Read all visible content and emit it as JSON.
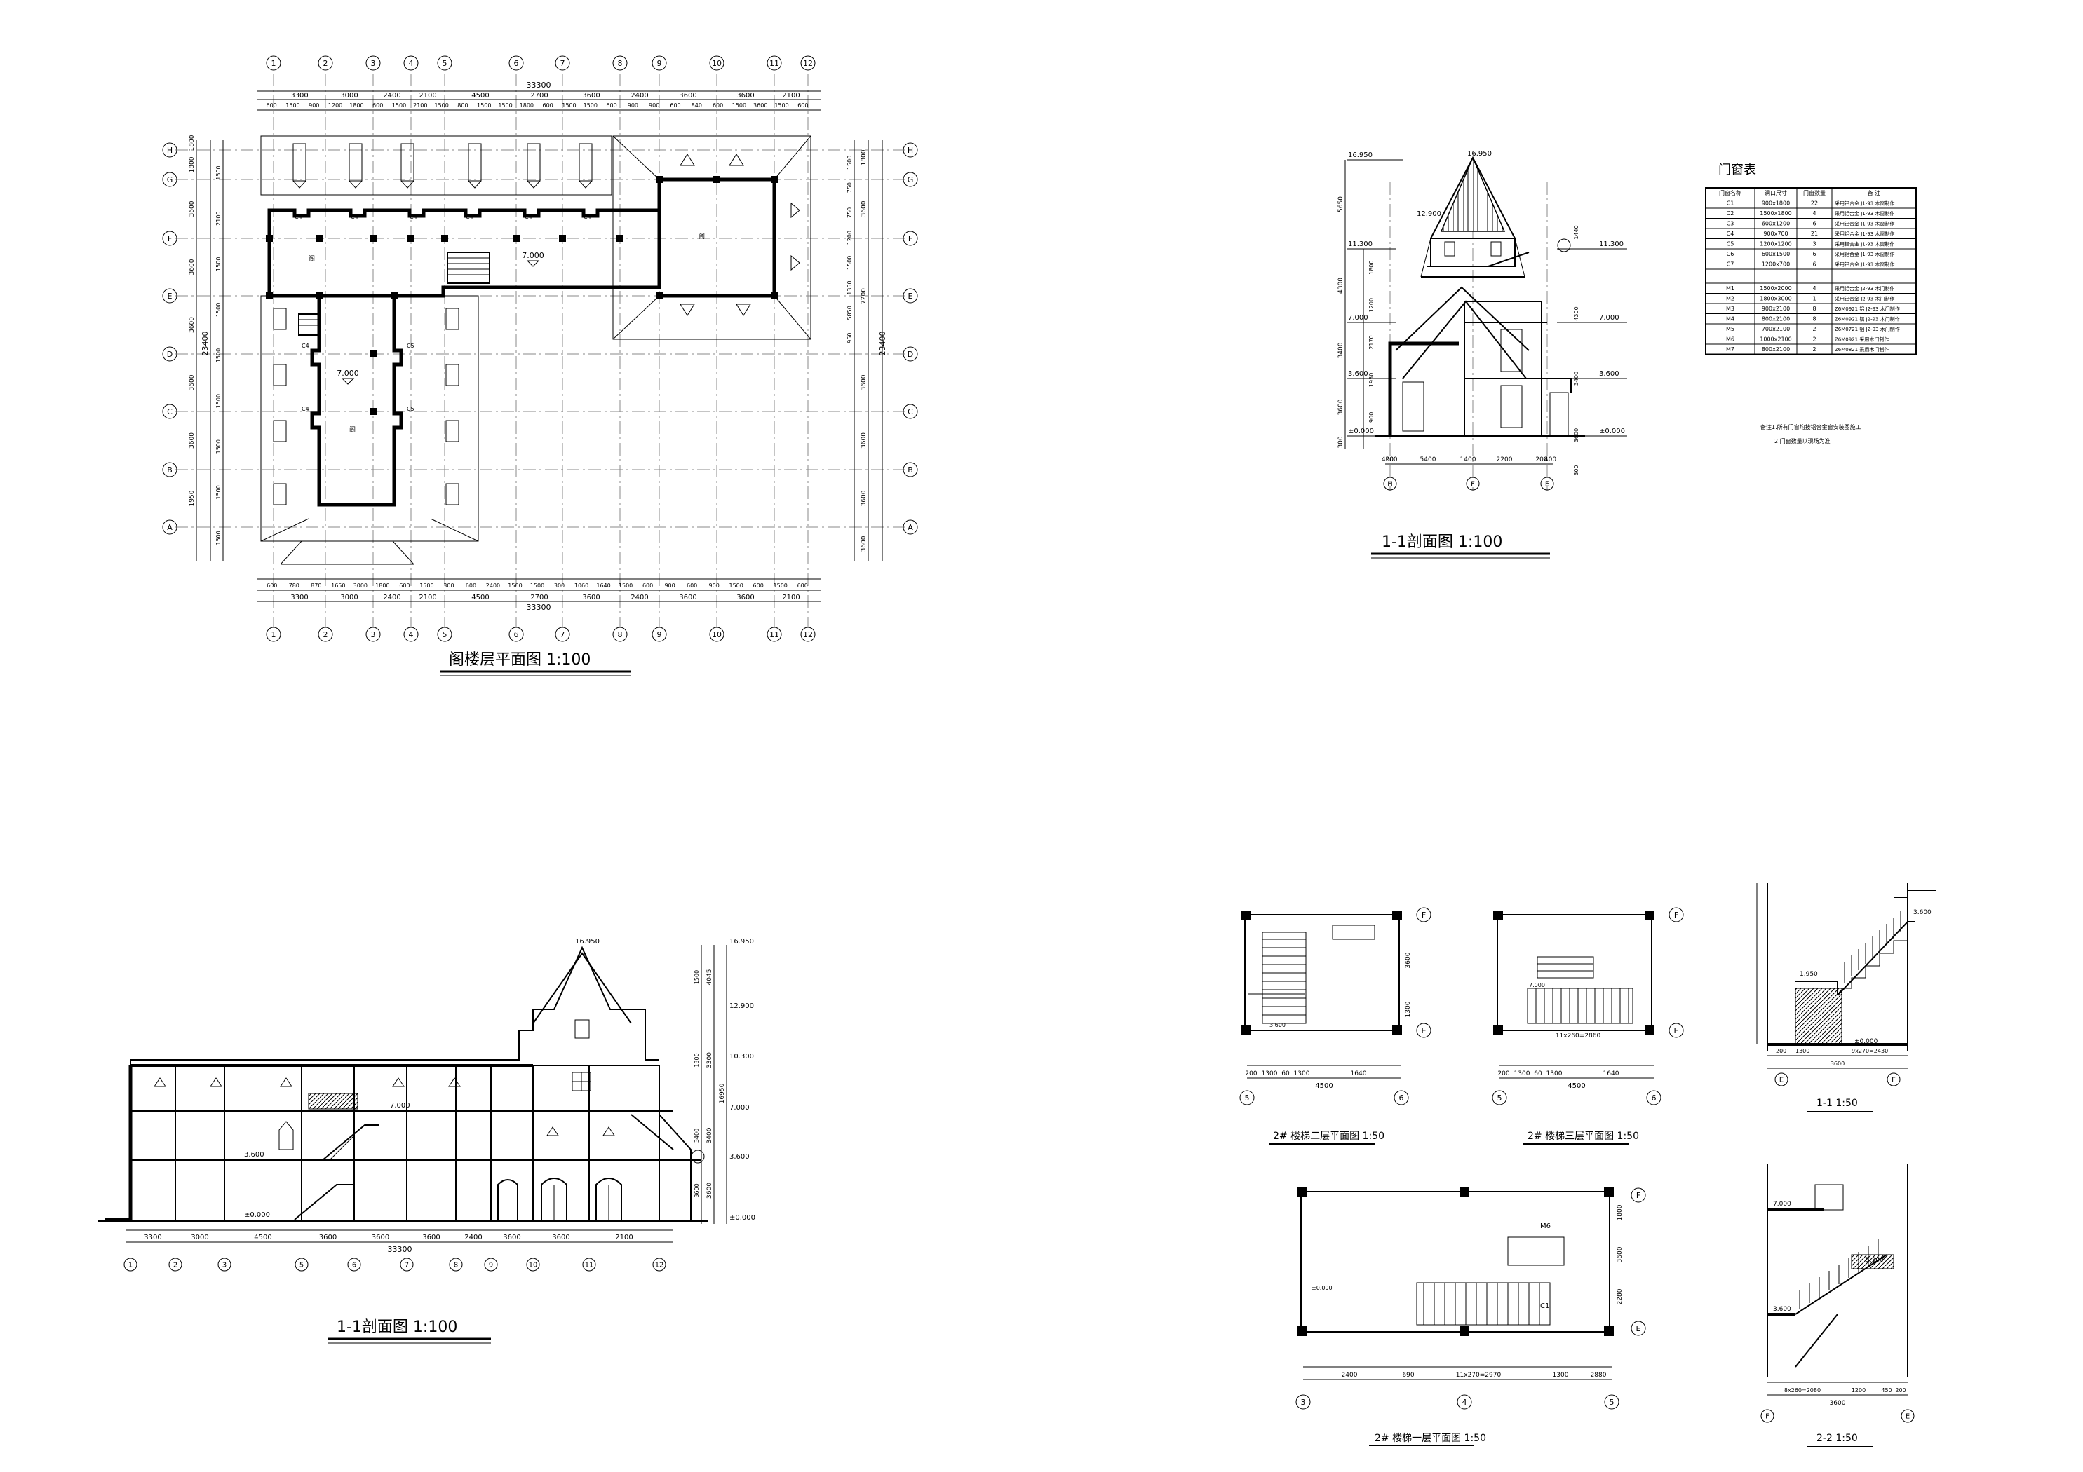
{
  "attic_plan": {
    "title": "阁楼层平面图 1:100",
    "axis_labels_top": [
      "1",
      "2",
      "3",
      "4",
      "5",
      "6",
      "7",
      "8",
      "9",
      "10",
      "11",
      "12"
    ],
    "axis_labels_side": [
      "H",
      "G",
      "F",
      "E",
      "D",
      "C",
      "B",
      "A"
    ],
    "dims_top_row1": [
      "3300",
      "3000",
      "2400",
      "2100",
      "4500",
      "2700",
      "3600",
      "2400",
      "3600",
      "3600",
      "2100"
    ],
    "dims_top_total": "33300",
    "dims_top_row2": [
      "600",
      "1500",
      "900",
      "1200",
      "1800",
      "600",
      "1500",
      "2100",
      "1500",
      "800",
      "1500",
      "1500",
      "1800",
      "600",
      "1500",
      "1500",
      "600",
      "900",
      "900",
      "600",
      "840",
      "600",
      "1500",
      "3600",
      "1500",
      "600"
    ],
    "dims_bottom_row1": [
      "600",
      "780",
      "870",
      "1650",
      "3000",
      "1800",
      "600",
      "1500",
      "300",
      "600",
      "2400",
      "1500",
      "1500",
      "300",
      "1060",
      "1640",
      "1500",
      "600",
      "900",
      "600",
      "900",
      "1500",
      "600",
      "1500",
      "600"
    ],
    "dims_bottom_row2": [
      "3300",
      "3000",
      "2400",
      "2100",
      "4500",
      "2700",
      "3600",
      "2400",
      "3600",
      "3600",
      "2100"
    ],
    "dims_bottom_total": "33300",
    "dims_left": [
      "1800",
      "1800",
      "3600",
      "3600",
      "3600",
      "3600",
      "3600",
      "1950"
    ],
    "dims_left_inner": [
      "1500",
      "2100",
      "1500",
      "1500",
      "1500",
      "1500",
      "1500",
      "1500",
      "1500"
    ],
    "dims_left_total": "23400",
    "dims_right": [
      "1800",
      "3600",
      "7200",
      "3600",
      "3600",
      "3600",
      "3600"
    ],
    "dims_right_inner": [
      "1500",
      "750",
      "750",
      "1200",
      "1500",
      "1350",
      "5850",
      "950"
    ],
    "dims_right_total": "23400",
    "elev_label": "7.000",
    "window_tags": [
      "C4",
      "C4",
      "C4",
      "C4",
      "C4",
      "C4",
      "C4",
      "C4",
      "C5",
      "C5"
    ],
    "room_tags": [
      "阁",
      "阁",
      "阁"
    ]
  },
  "section_right": {
    "title": "1-1剖面图 1:100",
    "elev_left": [
      "16.950",
      "11.300",
      "7.000",
      "3.600",
      "±0.000"
    ],
    "elev_right": [
      "11.300",
      "7.000",
      "3.600",
      "±0.000"
    ],
    "top_elev": "16.950",
    "mid_elev": "12.900",
    "dims_left_vertical": [
      "5650",
      "4300",
      "3400",
      "3600",
      "300"
    ],
    "dims_left_inner": [
      "1800",
      "1200",
      "2170",
      "1950",
      "900"
    ],
    "dims_right_vertical": [
      "1440",
      "4300",
      "3400",
      "3600",
      "300"
    ],
    "dims_bottom": [
      "400",
      "200",
      "5400",
      "1400",
      "2200",
      "200",
      "400"
    ],
    "axis_labels": [
      "H",
      "F",
      "E"
    ]
  },
  "door_window_table": {
    "title": "门窗表",
    "headers": [
      "门窗名称",
      "洞口尺寸",
      "门窗数量",
      "备 注"
    ],
    "rows": [
      [
        "C1",
        "900x1800",
        "22",
        "采用铝合金 J1-93 木窗制作"
      ],
      [
        "C2",
        "1500x1800",
        "4",
        "采用铝合金 J1-93 木窗制作"
      ],
      [
        "C3",
        "600x1200",
        "6",
        "采用铝合金 J1-93 木窗制作"
      ],
      [
        "C4",
        "900x700",
        "21",
        "采用铝合金 J1-93 木窗制作"
      ],
      [
        "C5",
        "1200x1200",
        "3",
        "采用铝合金 J1-93 木窗制作"
      ],
      [
        "C6",
        "600x1500",
        "6",
        "采用铝合金 J1-93 木窗制作"
      ],
      [
        "C7",
        "1200x700",
        "6",
        "采用铝合金 J1-93 木窗制作"
      ],
      [
        "M1",
        "1500x2000",
        "4",
        "采用铝合金 J2-93 木门制作"
      ],
      [
        "M2",
        "1800x3000",
        "1",
        "采用铝合金 J2-93 木门制作"
      ],
      [
        "M3",
        "900x2100",
        "8",
        "Z6M0921 铝 J2-93 木门制作"
      ],
      [
        "M4",
        "800x2100",
        "8",
        "Z6M0921 铝 J2-93 木门制作"
      ],
      [
        "M5",
        "700x2100",
        "2",
        "Z6M0721 铝 J2-93 木门制作"
      ],
      [
        "M6",
        "1000x2100",
        "2",
        "Z6M0921 采用木门制作"
      ],
      [
        "M7",
        "800x2100",
        "2",
        "Z6M0821 采用木门制作"
      ]
    ],
    "note1": "备注1.所有门窗均按铝合金窗安装图施工",
    "note2": "2.门窗数量以现场为准"
  },
  "section_long": {
    "title": "1-1剖面图 1:100",
    "top_elev": "16.950",
    "elev_right": [
      "16.950",
      "12.900",
      "10.300",
      "7.000",
      "3.600",
      "±0.000"
    ],
    "dims_right_vertical": [
      "4045",
      "3300",
      "3400",
      "3600"
    ],
    "dims_right_inner": [
      "1500",
      "1300",
      "3400",
      "3600"
    ],
    "dims_right_total": "16950",
    "elev_inner": [
      "7.000",
      "3.600",
      "±0.000"
    ],
    "dims_bottom": [
      "3300",
      "3000",
      "4500",
      "3600",
      "3600",
      "3600",
      "2400",
      "3600",
      "3600",
      "2100"
    ],
    "dims_bottom_total": "33300",
    "axis_labels": [
      "1",
      "2",
      "3",
      "5",
      "6",
      "7",
      "8",
      "9",
      "10",
      "11",
      "12"
    ]
  },
  "stair_details": {
    "plan1_title": "2# 楼梯二层平面图 1:50",
    "plan1_dims": [
      "200",
      "1300",
      "60",
      "1300",
      "1640"
    ],
    "plan1_total": "4500",
    "plan1_side": [
      "3600",
      "1300"
    ],
    "plan1_axes": [
      "5",
      "6",
      "F",
      "E"
    ],
    "plan1_elev": "3.600",
    "plan2_title": "2# 楼梯三层平面图 1:50",
    "plan2_dims": [
      "200",
      "1300",
      "60",
      "1300",
      "1640"
    ],
    "plan2_bottom": [
      "11x260=2860"
    ],
    "plan2_total": "4500",
    "plan2_elev": "7.000",
    "plan2_axes": [
      "5",
      "6",
      "F",
      "E"
    ],
    "section11_title": "1-1  1:50",
    "section11_dims": [
      "200",
      "1300",
      "3600",
      "9x270=2430"
    ],
    "section11_elev": [
      "3.600",
      "1.950",
      "±0.000"
    ],
    "section11_axes": [
      "E",
      "F"
    ],
    "plan3_title": "2# 楼梯一层平面图 1:50",
    "plan3_dims": [
      "2400",
      "690",
      "11x270=2970",
      "1300",
      "2880"
    ],
    "plan3_side": [
      "1800",
      "3600",
      "2280"
    ],
    "plan3_axes": [
      "3",
      "4",
      "5",
      "F",
      "E"
    ],
    "plan3_elev": "±0.000",
    "plan3_tags": [
      "M6",
      "C1"
    ],
    "section22_title": "2-2  1:50",
    "section22_dims": [
      "8x260=2080",
      "1200",
      "450",
      "200"
    ],
    "section22_total": "3600",
    "section22_elev": [
      "7.000",
      "5.300",
      "3.600"
    ],
    "section22_axes": [
      "F",
      "E"
    ]
  }
}
